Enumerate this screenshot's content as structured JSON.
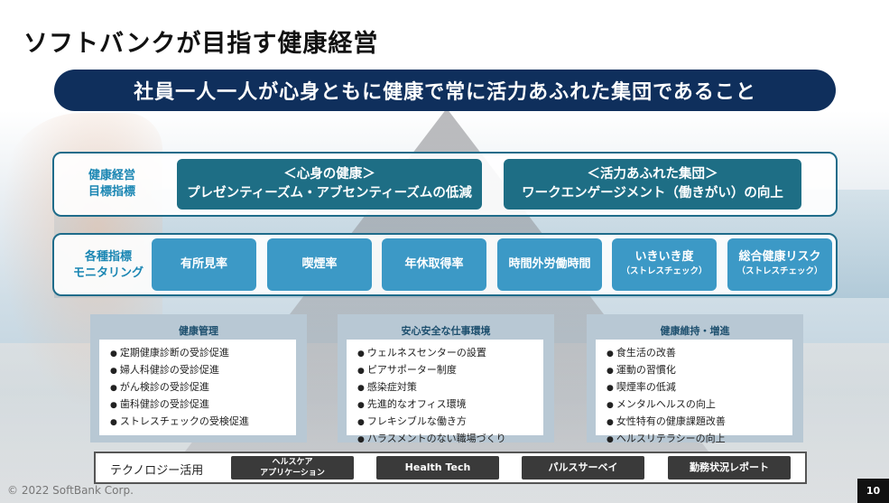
{
  "title": "ソフトバンクが目指す健康経営",
  "mission": "社員一人一人が心身ともに健康で常に活力あふれた集団であること",
  "goals": {
    "label_line1": "健康経営",
    "label_line2": "目標指標",
    "items": [
      {
        "heading": "＜心身の健康＞",
        "text": "プレゼンティーズム・アブセンティーズムの低減"
      },
      {
        "heading": "＜活力あふれた集団＞",
        "text": "ワークエンゲージメント（働きがい）の向上"
      }
    ]
  },
  "monitoring": {
    "label_line1": "各種指標",
    "label_line2": "モニタリング",
    "items": [
      {
        "label": "有所見率",
        "sub": ""
      },
      {
        "label": "喫煙率",
        "sub": ""
      },
      {
        "label": "年休取得率",
        "sub": ""
      },
      {
        "label": "時間外労働時間",
        "sub": ""
      },
      {
        "label": "いきいき度",
        "sub": "（ストレスチェック）"
      },
      {
        "label": "総合健康リスク",
        "sub": "（ストレスチェック）"
      }
    ]
  },
  "categories": [
    {
      "title": "健康管理",
      "items": [
        "定期健康診断の受診促進",
        "婦人科健診の受診促進",
        "がん検診の受診促進",
        "歯科健診の受診促進",
        "ストレスチェックの受検促進"
      ]
    },
    {
      "title": "安心安全な仕事環境",
      "items": [
        "ウェルネスセンターの設置",
        "ピアサポーター制度",
        "感染症対策",
        "先進的なオフィス環境",
        "フレキシブルな働き方",
        "ハラスメントのない職場づくり"
      ]
    },
    {
      "title": "健康維持・増進",
      "items": [
        "食生活の改善",
        "運動の習慣化",
        "喫煙率の低減",
        "メンタルヘルスの向上",
        "女性特有の健康課題改善",
        "ヘルスリテラシーの向上"
      ]
    }
  ],
  "technology": {
    "label": "テクノロジー活用",
    "buttons": [
      {
        "line1": "ヘルスケア",
        "line2": "アプリケーション"
      },
      {
        "line1": "Health Tech",
        "line2": ""
      },
      {
        "line1": "パルスサーベイ",
        "line2": ""
      },
      {
        "line1": "勤務状況レポート",
        "line2": ""
      }
    ]
  },
  "footer": {
    "copyright": "© 2022 SoftBank Corp.",
    "page_number": "10"
  },
  "colors": {
    "mission_bg": "#0f2f5c",
    "goal_box": "#1e6e85",
    "kpi_box": "#3c99c6",
    "label_text": "#1a86b3"
  }
}
